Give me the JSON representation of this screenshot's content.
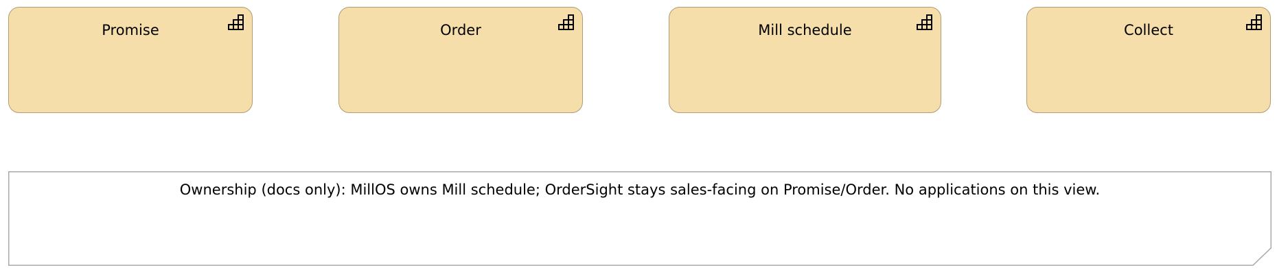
{
  "capabilities": [
    {
      "label": "Promise",
      "icon": "capability-icon"
    },
    {
      "label": "Order",
      "icon": "capability-icon"
    },
    {
      "label": "Mill schedule",
      "icon": "capability-icon"
    },
    {
      "label": "Collect",
      "icon": "capability-icon"
    }
  ],
  "note": {
    "text": "Ownership (docs only): MillOS owns Mill schedule; OrderSight stays sales-facing on Promise/Order. No applications on this view."
  },
  "colors": {
    "capability_fill": "#f5deaa",
    "capability_border": "#b09b73",
    "note_border": "#a8a8a8"
  }
}
